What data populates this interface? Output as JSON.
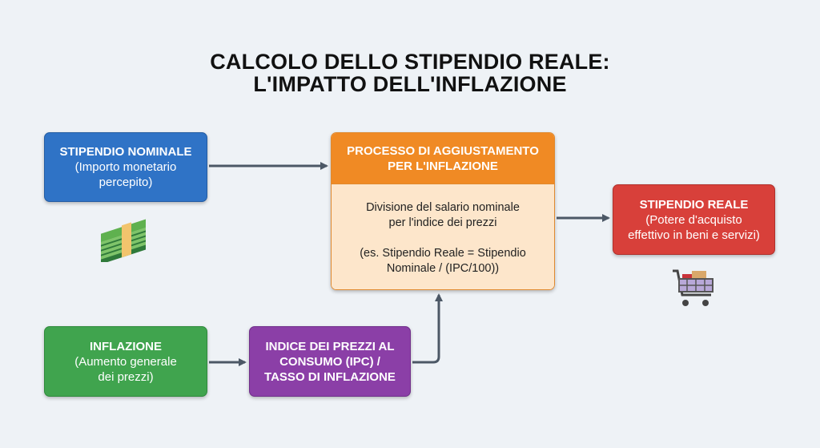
{
  "title": {
    "line1": "CALCOLO DELLO STIPENDIO REALE:",
    "line2": "L'IMPATTO DELL'INFLAZIONE"
  },
  "nodes": {
    "nominal": {
      "heading": "STIPENDIO NOMINALE",
      "line1": "(Importo monetario",
      "line2": "percepito)",
      "color": "#2f73c6"
    },
    "process": {
      "heading1": "PROCESSO DI AGGIUSTAMENTO",
      "heading2": "PER L'INFLAZIONE",
      "desc1": "Divisione del salario nominale",
      "desc2": "per l'indice dei prezzi",
      "formula1": "(es. Stipendio Reale = Stipendio",
      "formula2": "Nominale / (IPC/100))",
      "color": "#f08a24"
    },
    "real": {
      "heading": "STIPENDIO REALE",
      "line1": "(Potere d'acquisto",
      "line2": "effettivo in beni e servizi)",
      "color": "#d8403a"
    },
    "inflation": {
      "heading": "INFLAZIONE",
      "line1": "(Aumento generale",
      "line2": "dei prezzi)",
      "color": "#40a44e"
    },
    "cpi": {
      "line1": "INDICE DEI PREZZI AL",
      "line2": "CONSUMO (IPC) /",
      "line3": "TASSO DI INFLAZIONE",
      "color": "#8b3fa7"
    }
  },
  "icons": {
    "money": "money-stack-icon",
    "cart": "shopping-cart-icon"
  }
}
